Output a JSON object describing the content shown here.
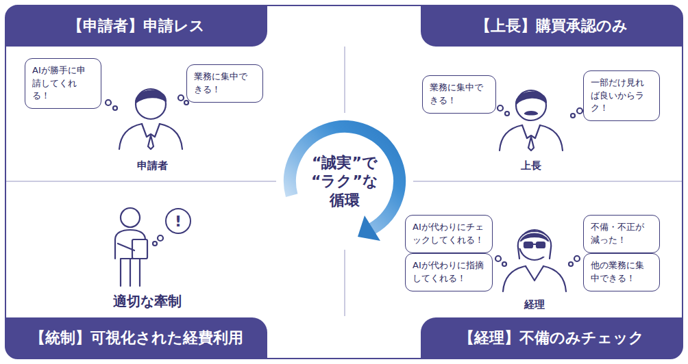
{
  "diagram": {
    "nodes": [
      {
        "text": [
          "【申請者】申請レス",
          "申請者"
        ]
      },
      {
        "text": [
          "AIが勝手に申請してくれる！"
        ],
        "in": 0
      },
      {
        "text": [
          "業務に集中できる！"
        ],
        "in": 0
      },
      {
        "text": [
          "【上長】購買承認のみ",
          "上長"
        ]
      },
      {
        "text": [
          "業務に集中できる！"
        ],
        "in": 3
      },
      {
        "text": [
          "一部だけ見れば良いからラク！"
        ],
        "in": 3
      },
      {
        "text": [
          "“誠実”で “ラク”な 循環"
        ]
      },
      {
        "text": [
          "【統制】可視化された経費利用",
          "適切な牽制"
        ]
      },
      {
        "text": [
          "!"
        ],
        "in": 7
      },
      {
        "text": [
          "【経理】不備のみチェック",
          "経理"
        ]
      },
      {
        "text": [
          "AIが代わりにチェックしてくれる！"
        ],
        "in": 9
      },
      {
        "text": [
          "AIが代わりに指摘してくれる！"
        ],
        "in": 9
      },
      {
        "text": [
          "不備・不正が減った！"
        ],
        "in": 9
      },
      {
        "text": [
          "他の業務に集中できる！"
        ],
        "in": 9
      }
    ]
  }
}
